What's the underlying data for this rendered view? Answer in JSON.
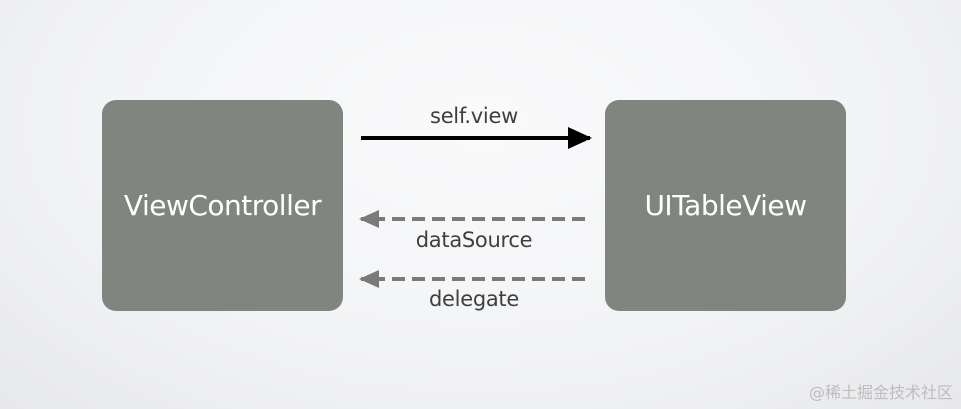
{
  "nodes": {
    "view_controller": "ViewController",
    "table_view": "UITableView"
  },
  "edges": {
    "self_view": "self.view",
    "data_source": "dataSource",
    "delegate": "delegate"
  },
  "colors": {
    "node_fill": "#808580",
    "solid_arrow": "#000000",
    "dashed_arrow": "#7a7a7a"
  },
  "watermark": "@稀土掘金技术社区"
}
